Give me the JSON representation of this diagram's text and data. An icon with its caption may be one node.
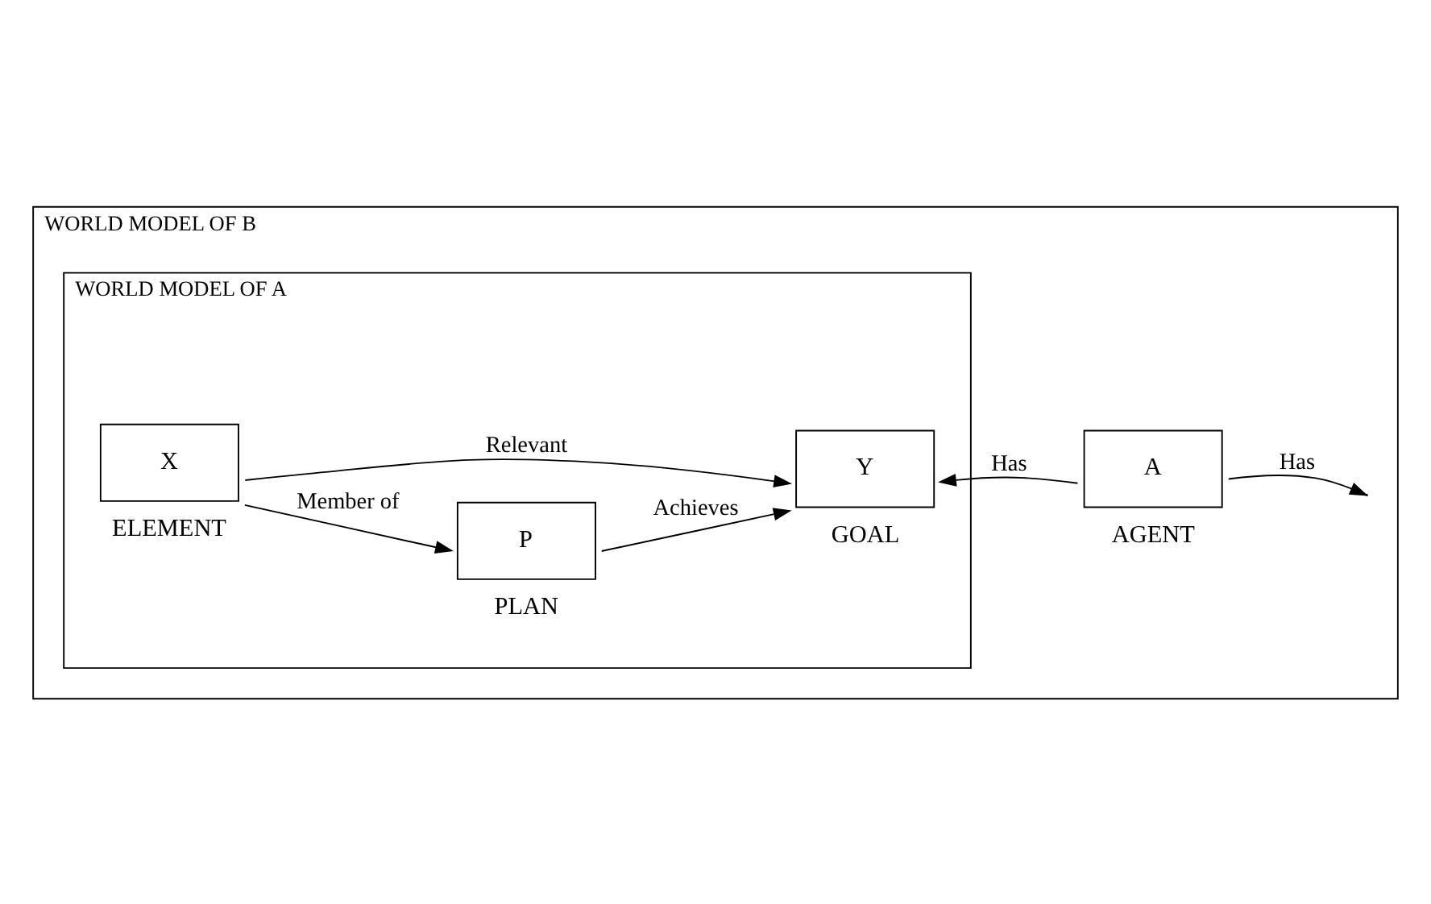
{
  "diagram": {
    "nodes": [
      {
        "text": [
          "WORLD MODEL OF B"
        ]
      },
      {
        "text": [
          "WORLD MODEL OF A"
        ],
        "in": 0
      },
      {
        "text": [
          "P"
        ],
        "beside": [
          "PLAN"
        ],
        "in": 1
      },
      {
        "text": [
          "X"
        ],
        "beside": [
          "ELEMENT"
        ],
        "in": 1
      },
      {
        "text": [
          "Y"
        ],
        "beside": [
          "GOAL"
        ],
        "in": 1
      },
      {
        "text": [
          "A"
        ],
        "beside": [
          "AGENT"
        ],
        "in": 0
      }
    ],
    "edges": [
      {
        "from": 3,
        "to": 2,
        "label": "Member of",
        "arrow": "to"
      },
      {
        "from": 2,
        "to": 4,
        "label": "Achieves",
        "arrow": "to"
      },
      {
        "from": 3,
        "to": 4,
        "label": "Relevant",
        "arrow": "to"
      },
      {
        "from": 5,
        "to": 4,
        "label": "Has",
        "arrow": "to"
      },
      {
        "from": 5,
        "to": null,
        "label": "Has",
        "arrow": "to"
      }
    ]
  }
}
